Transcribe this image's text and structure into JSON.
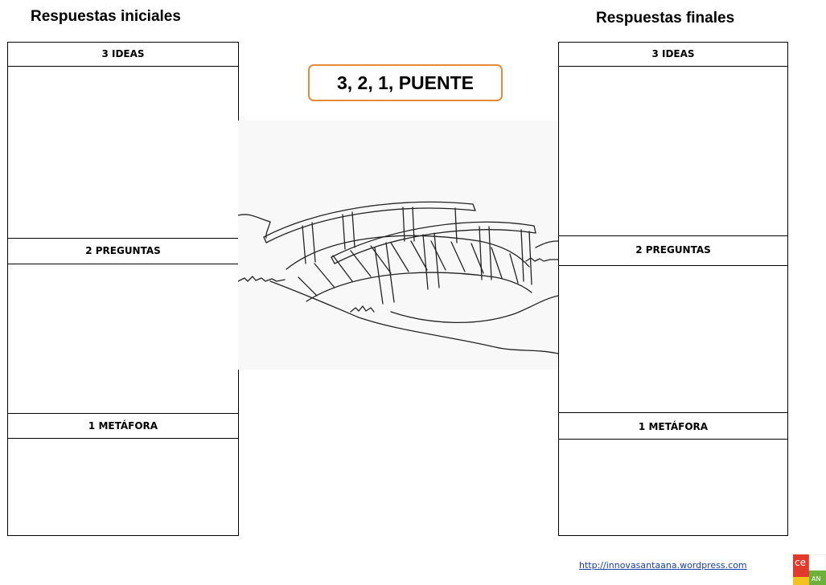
{
  "headings": {
    "left": "Respuestas iniciales",
    "right": "Respuestas finales"
  },
  "title": "3, 2, 1, PUENTE",
  "panels": {
    "left": {
      "ideas": "3 IDEAS",
      "preguntas": "2 PREGUNTAS",
      "metafora": "1 METÁFORA"
    },
    "right": {
      "ideas": "3 IDEAS",
      "preguntas": "2 PREGUNTAS",
      "metafora": "1 METÁFORA"
    }
  },
  "footer": {
    "url": "http://innovasantaana.wordpress.com"
  },
  "logo": {
    "text": "ce",
    "subtext": "AN"
  },
  "colors": {
    "title_border": "#e48a3a",
    "link": "#1a3ea8",
    "logo_red": "#e23a2a",
    "logo_green": "#6fb03a",
    "logo_yellow": "#f3c21c"
  }
}
